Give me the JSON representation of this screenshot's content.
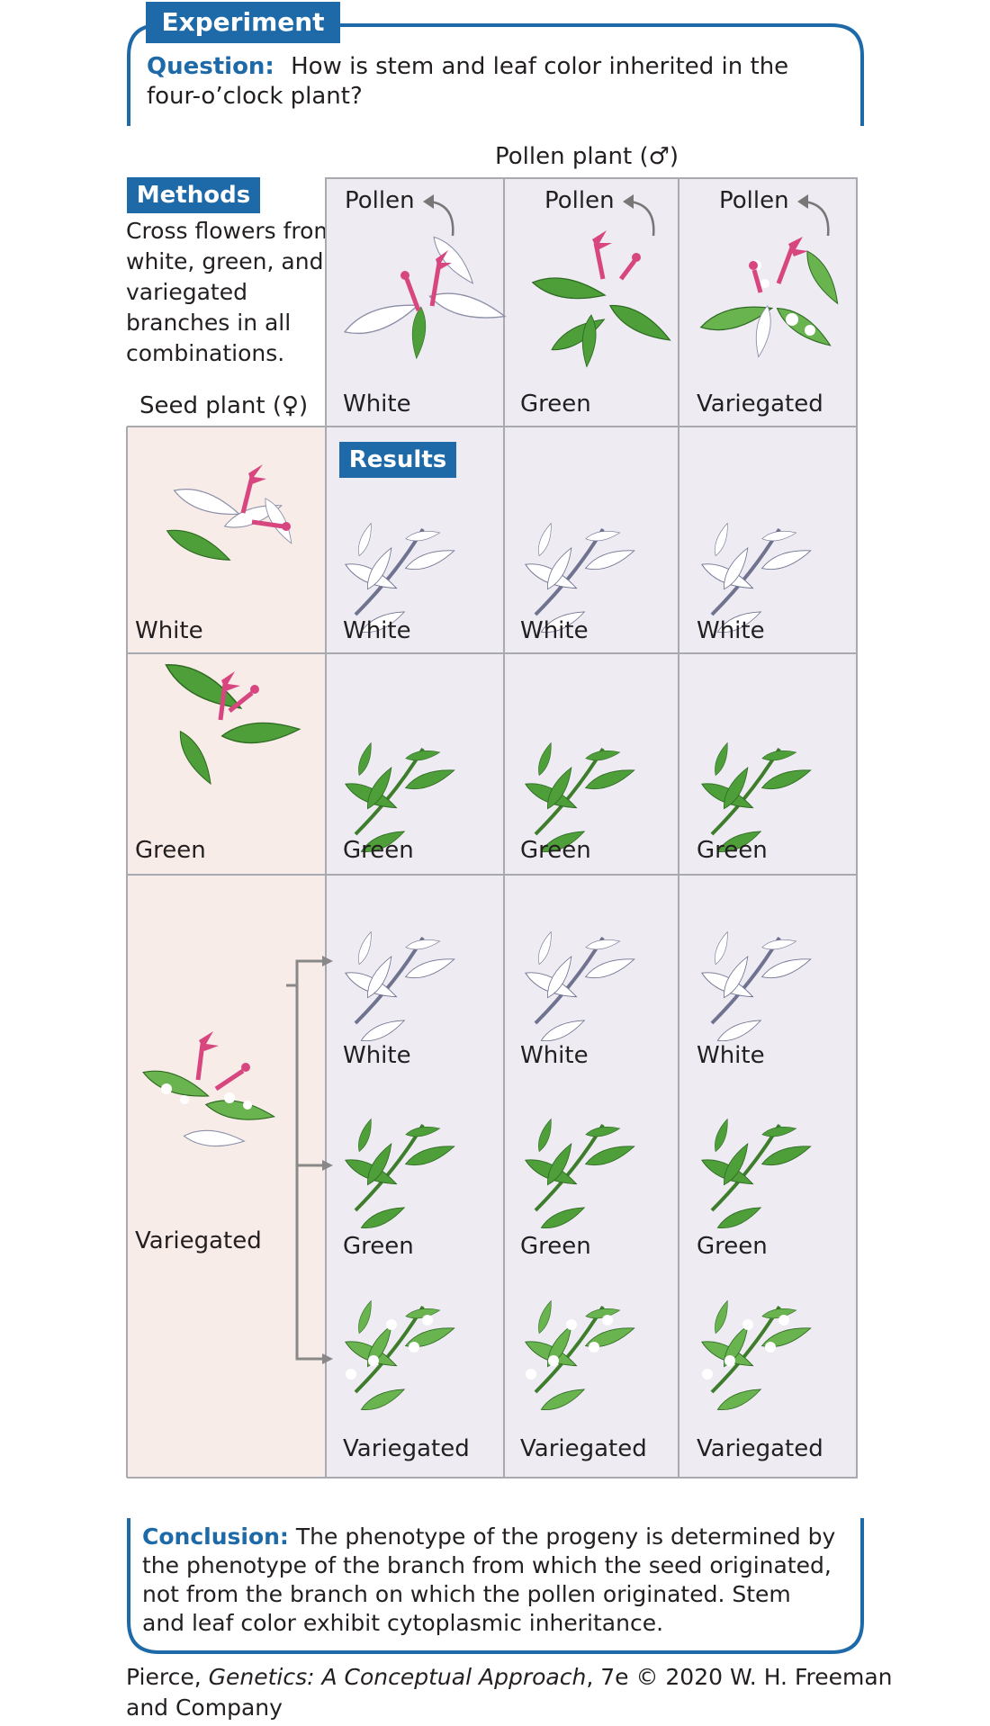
{
  "experiment": {
    "tag": "Experiment",
    "question_label": "Question:",
    "question_line1": "How is stem and leaf color inherited in the",
    "question_line2": "four-o’clock plant?"
  },
  "methods": {
    "tag": "Methods",
    "lines": [
      "Cross flowers from",
      "white, green, and",
      "variegated",
      "branches in all",
      "combinations."
    ]
  },
  "pollen_plant": {
    "label": "Pollen plant (♂)"
  },
  "seed_plant": {
    "label": "Seed plant (♀)"
  },
  "pollen_columns": [
    {
      "pollen_label": "Pollen",
      "phenotype": "White"
    },
    {
      "pollen_label": "Pollen",
      "phenotype": "Green"
    },
    {
      "pollen_label": "Pollen",
      "phenotype": "Variegated"
    }
  ],
  "results": {
    "tag": "Results",
    "rows": [
      {
        "seed": "White",
        "cells": [
          "White",
          "White",
          "White"
        ]
      },
      {
        "seed": "Green",
        "cells": [
          "Green",
          "Green",
          "Green"
        ]
      },
      {
        "seed": "Variegated",
        "subrows": [
          [
            "White",
            "White",
            "White"
          ],
          [
            "Green",
            "Green",
            "Green"
          ],
          [
            "Variegated",
            "Variegated",
            "Variegated"
          ]
        ]
      }
    ]
  },
  "conclusion": {
    "label": "Conclusion:",
    "line1": "The phenotype of the progeny is determined by",
    "line2": "the phenotype of the branch from which the seed originated,",
    "line3": "not from the branch on which the pollen originated. Stem",
    "line4": "and leaf color exhibit cytoplasmic inheritance."
  },
  "citation": {
    "prefix": "Pierce, ",
    "title": "Genetics: A Conceptual Approach",
    "suffix": ", 7e © 2020 W. H. Freeman",
    "line2": "and Company"
  },
  "colors": {
    "accent_blue": "#1e6aa8",
    "seed_fill": "#f8ece8",
    "result_fill": "#eeebf3",
    "grid_line": "#a9a9b0",
    "leaf_green": "#4e9e3a",
    "flower_pink": "#d8467f"
  },
  "icons": [
    "plant-with-flowers",
    "leaf-branch",
    "pollen-arrow-icon",
    "bracket-arrow-icon"
  ]
}
